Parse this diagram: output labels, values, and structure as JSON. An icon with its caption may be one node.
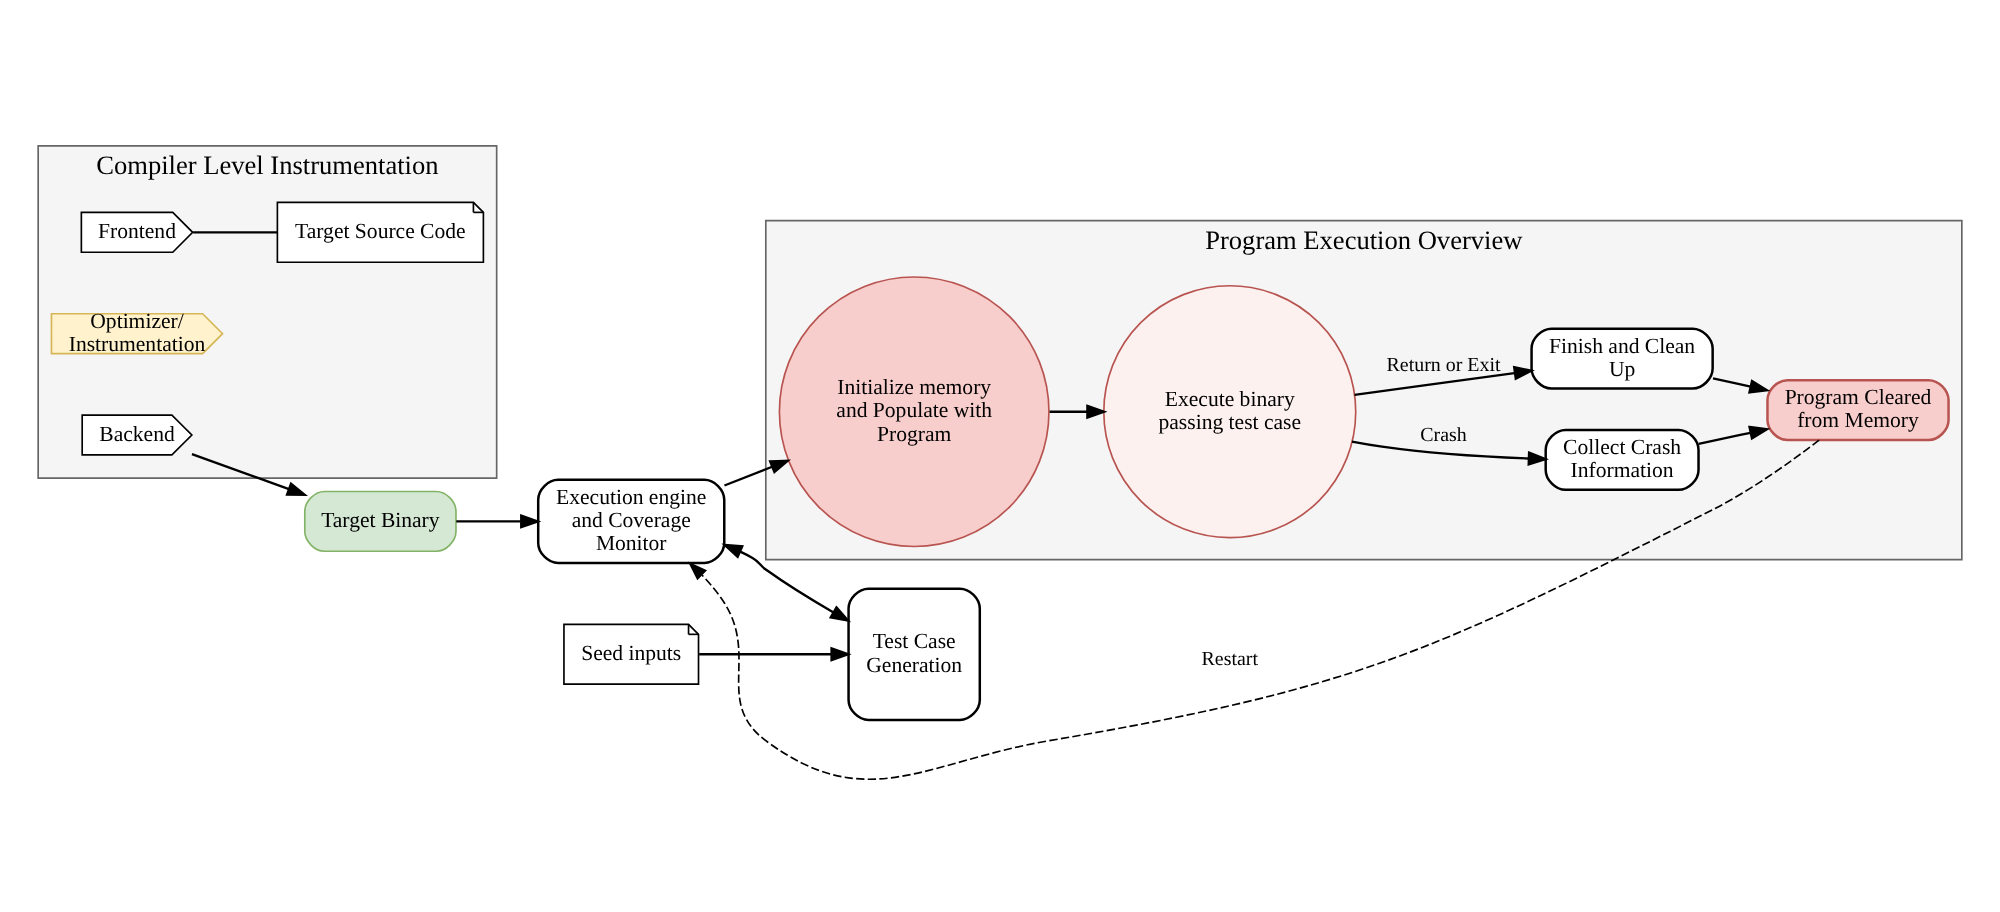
{
  "diagram": {
    "nodes": [
      {
        "text": [
          "Compiler Level Instrumentation"
        ]
      },
      {
        "text": [
          "Backend"
        ],
        "in": 0
      },
      {
        "text": [
          "Optimizer/ Instrumentation"
        ],
        "in": 0
      },
      {
        "text": [
          "Frontend"
        ],
        "in": 0
      },
      {
        "text": [
          "Target Source Code"
        ],
        "in": 0
      },
      {
        "text": [
          "Target Binary"
        ]
      },
      {
        "text": [
          "Execution engine and Coverage Monitor"
        ]
      },
      {
        "text": [
          "Program Execution Overview"
        ]
      },
      {
        "text": [
          "Initialize memory and Populate with Program"
        ],
        "in": 7
      },
      {
        "text": [
          "Execute binary passing test case"
        ],
        "in": 7
      },
      {
        "text": [
          "Collect Crash Information"
        ],
        "in": 7
      },
      {
        "text": [
          "Finish and Clean Up"
        ],
        "in": 7
      },
      {
        "text": [
          "Program Cleared from Memory"
        ],
        "in": 7
      },
      {
        "text": [
          "Test Case Generation"
        ]
      },
      {
        "text": [
          "Seed inputs"
        ]
      }
    ],
    "edges": [
      {
        "from": 1,
        "to": 5,
        "arrow": "to"
      },
      {
        "from": 3,
        "to": 4,
        "arrow": "none"
      },
      {
        "from": 5,
        "to": 6,
        "arrow": "to"
      },
      {
        "from": 12,
        "to": 6,
        "arrow": "to",
        "label": "Restart",
        "style": "dashed"
      },
      {
        "from": 6,
        "to": 8,
        "arrow": "to"
      },
      {
        "from": 8,
        "to": 9,
        "arrow": "to"
      },
      {
        "from": 9,
        "to": 10,
        "arrow": "to",
        "label": "Crash"
      },
      {
        "from": 9,
        "to": 11,
        "arrow": "to",
        "label": "Return or Exit"
      },
      {
        "from": 10,
        "to": 12,
        "arrow": "to"
      },
      {
        "from": 11,
        "to": 12,
        "arrow": "to"
      },
      {
        "from": 6,
        "to": 13,
        "arrow": "both"
      },
      {
        "from": 14,
        "to": 13,
        "arrow": "to"
      }
    ]
  }
}
